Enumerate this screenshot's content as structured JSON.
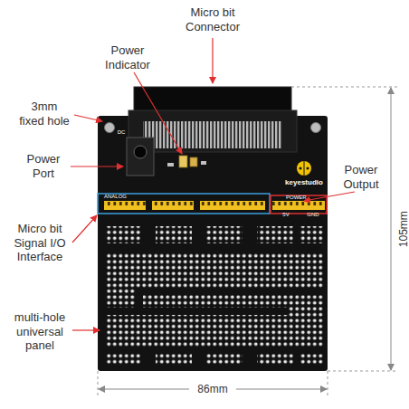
{
  "diagram": {
    "labels": [
      "Micro bit Connector",
      "Power Indicator",
      "3mm fixed hole",
      "Power Port",
      "Power Output",
      "Micro bit Signal I/O Interface",
      "multi-hole universal panel",
      "105mm",
      "86mm",
      "keyestudio",
      "ANALOG",
      "POWER",
      "5V",
      "GND",
      "DC"
    ]
  }
}
